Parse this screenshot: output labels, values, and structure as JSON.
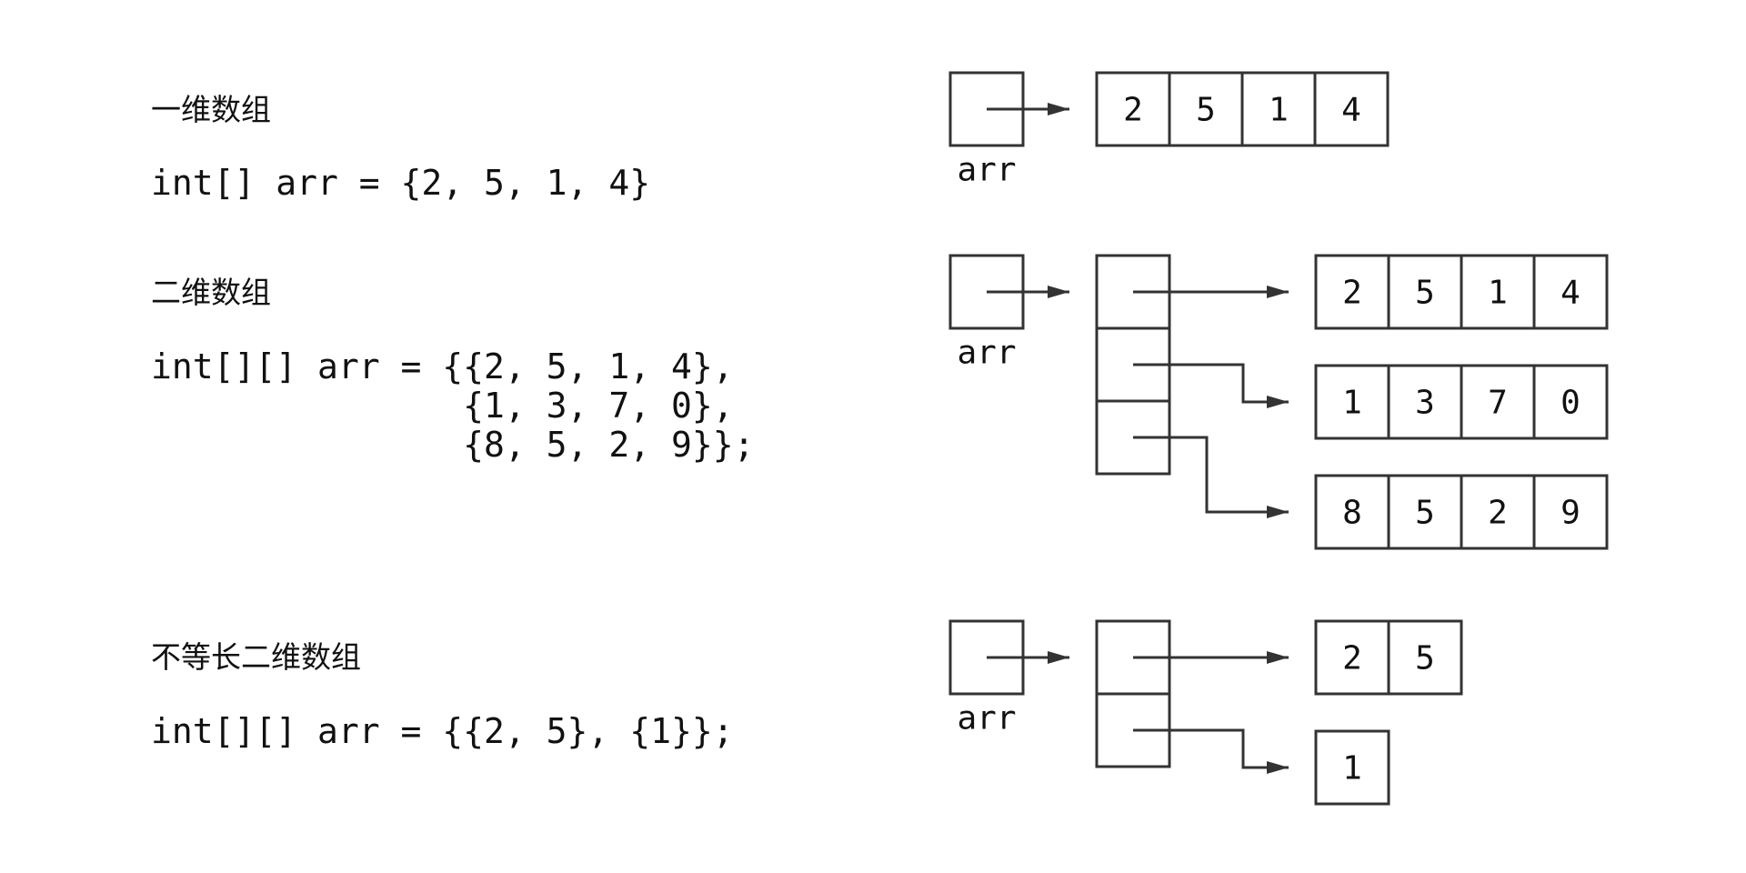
{
  "sections": [
    {
      "heading": "一维数组",
      "code_lines": [
        "int[] arr = {2, 5, 1, 4}"
      ],
      "var_label": "arr",
      "rows": [
        [
          2,
          5,
          1,
          4
        ]
      ]
    },
    {
      "heading": "二维数组",
      "code_lines": [
        "int[][] arr = {{2, 5, 1, 4},",
        "               {1, 3, 7, 0},",
        "               {8, 5, 2, 9}};"
      ],
      "var_label": "arr",
      "rows": [
        [
          2,
          5,
          1,
          4
        ],
        [
          1,
          3,
          7,
          0
        ],
        [
          8,
          5,
          2,
          9
        ]
      ]
    },
    {
      "heading": "不等长二维数组",
      "code_lines": [
        "int[][] arr = {{2, 5}, {1}};"
      ],
      "var_label": "arr",
      "rows": [
        [
          2,
          5
        ],
        [
          1
        ]
      ]
    }
  ],
  "colors": {
    "stroke": "#333333",
    "text": "#111111",
    "background": "#ffffff"
  }
}
